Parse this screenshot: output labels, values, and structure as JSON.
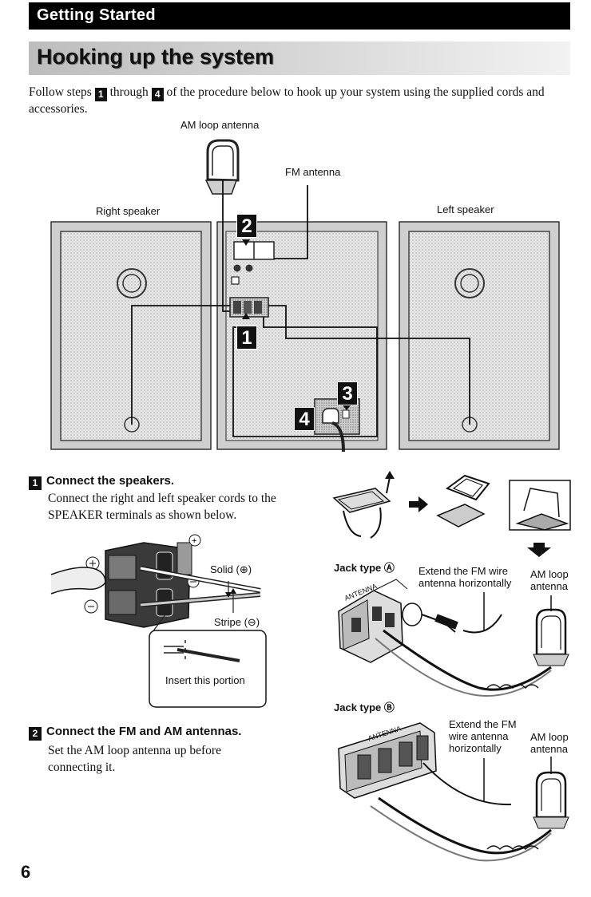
{
  "header": {
    "section": "Getting Started"
  },
  "page": {
    "title": "Hooking up the system",
    "number": "6"
  },
  "intro": {
    "before": "Follow steps ",
    "step_a": "1",
    "middle": " through ",
    "step_b": "4",
    "after": " of the procedure below to hook up your system using the supplied cords and accessories."
  },
  "main_diagram": {
    "am_loop_antenna": "AM loop antenna",
    "fm_antenna": "FM antenna",
    "right_speaker": "Right speaker",
    "left_speaker": "Left speaker",
    "callouts": [
      "1",
      "2",
      "3",
      "4"
    ]
  },
  "step1": {
    "number": "1",
    "heading": "Connect the speakers.",
    "body": "Connect the right and left speaker cords to the SPEAKER terminals as shown below.",
    "solid": "Solid (⊕)",
    "stripe": "Stripe (⊖)",
    "insert": "Insert this portion"
  },
  "step2": {
    "number": "2",
    "heading": "Connect the FM and AM antennas.",
    "body": "Set the AM loop antenna up before connecting it."
  },
  "jack_a": {
    "label": "Jack type Ⓐ",
    "extend": "Extend the FM wire antenna horizontally",
    "am_loop": "AM loop antenna",
    "panel": "ANTENNA"
  },
  "jack_b": {
    "label": "Jack type Ⓑ",
    "extend": "Extend the FM wire antenna horizontally",
    "am_loop": "AM loop antenna",
    "panel": "ANTENNA"
  }
}
